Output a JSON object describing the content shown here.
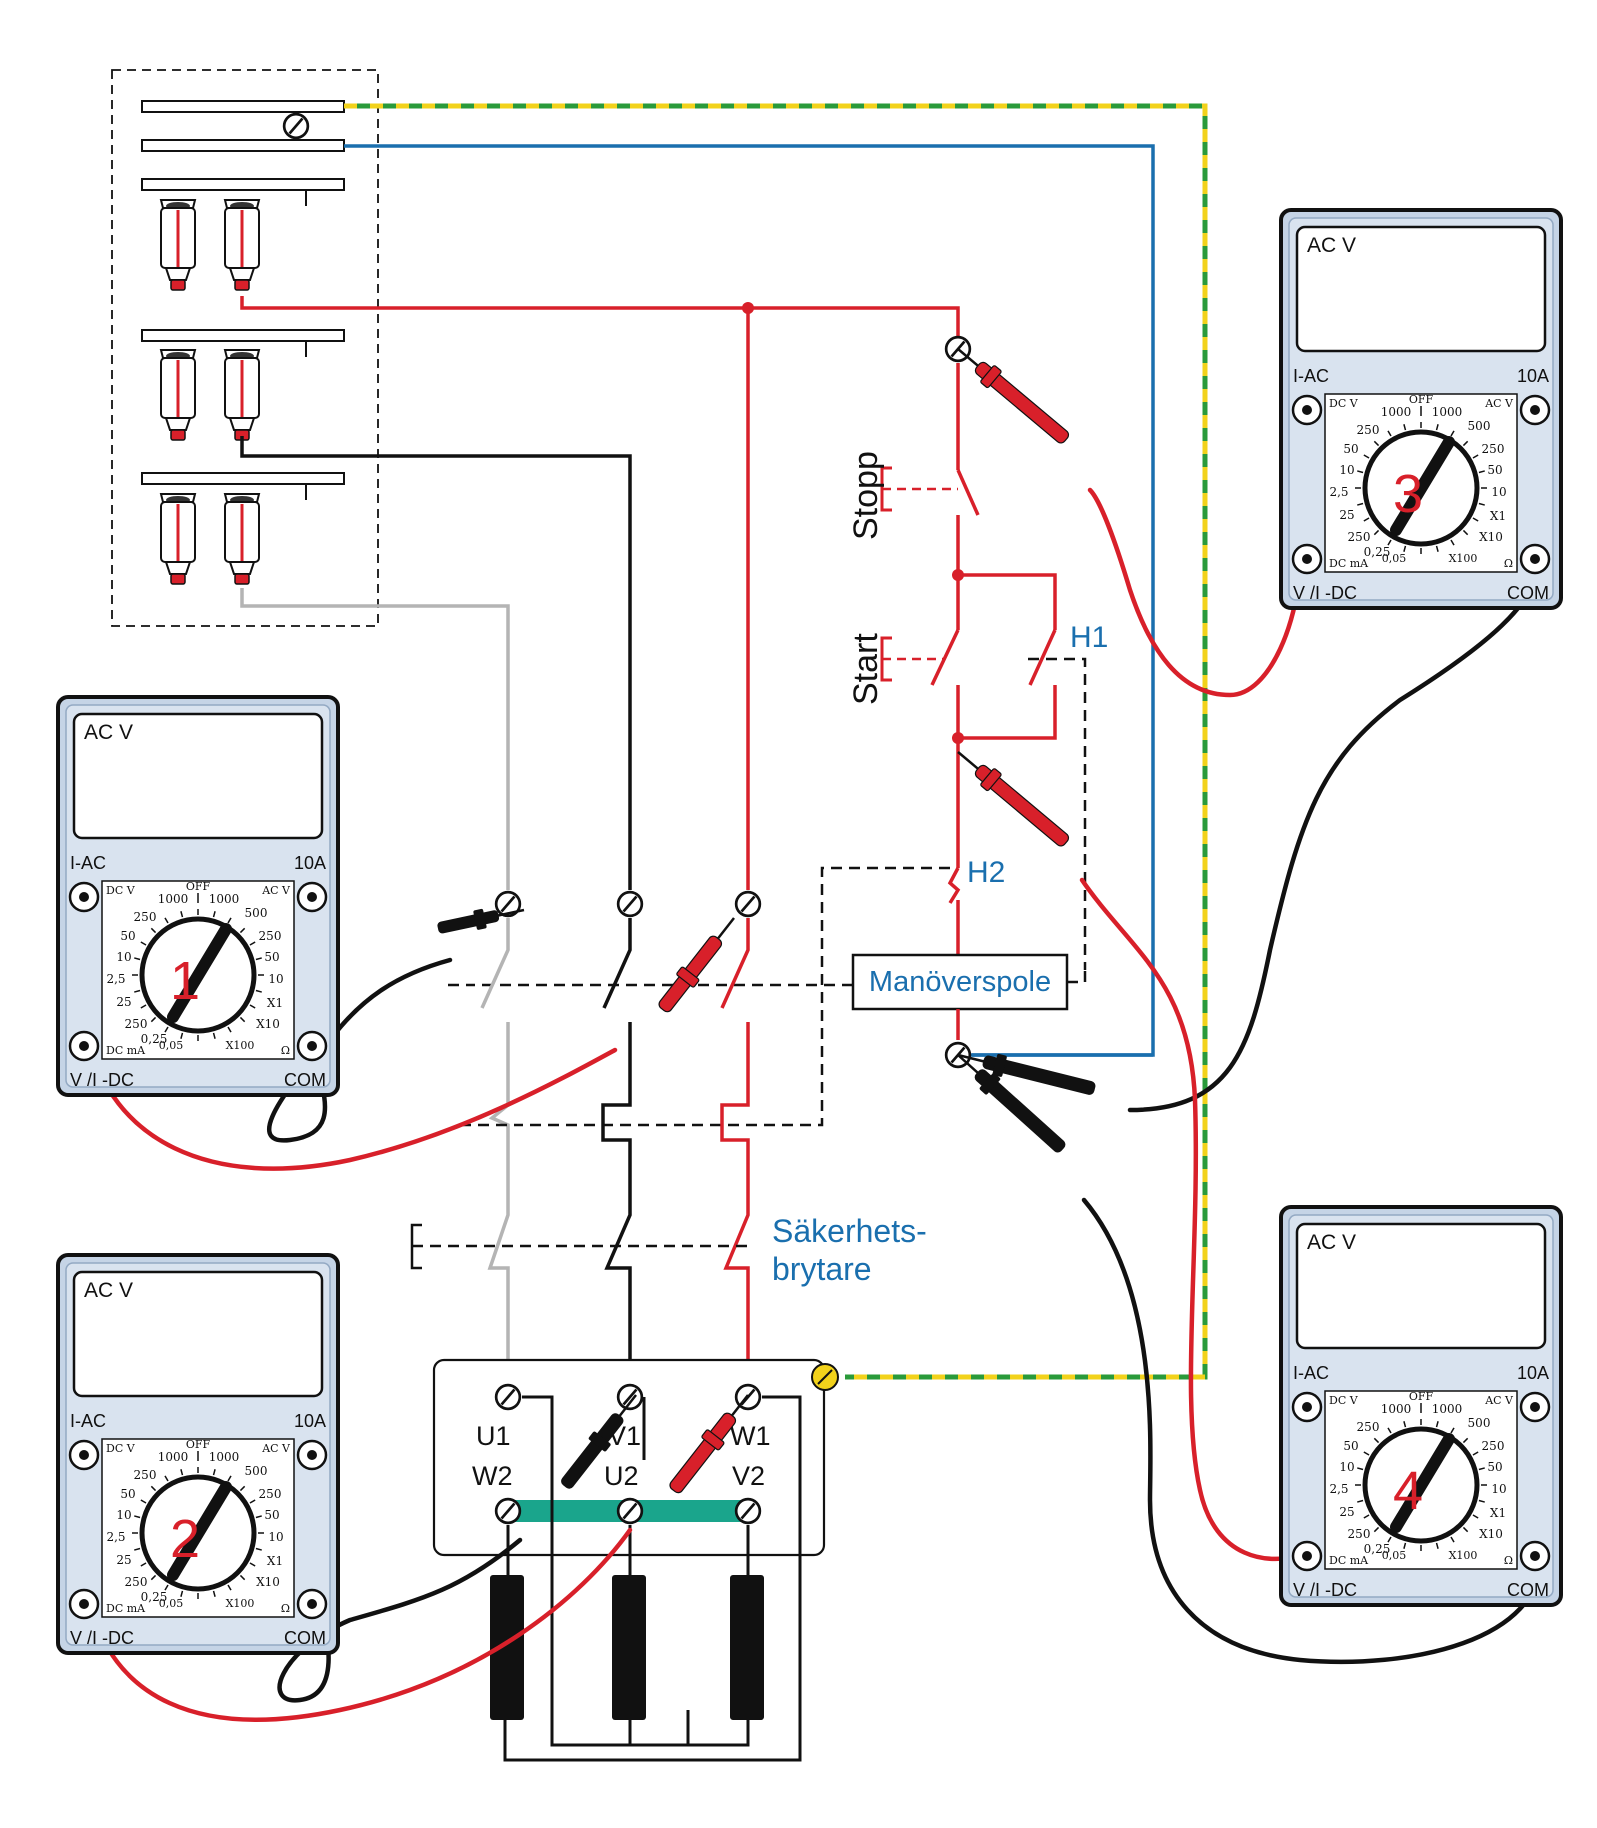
{
  "labels": {
    "stopp": "Stopp",
    "start": "Start",
    "h1": "H1",
    "h2": "H2",
    "coil": "Manöverspole",
    "safety_line1": "Säkerhets-",
    "safety_line2": "brytare",
    "terminals": {
      "u1": "U1",
      "v1": "V1",
      "w1": "W1",
      "w2": "W2",
      "u2": "U2",
      "v2": "V2"
    }
  },
  "multimeter_text": {
    "display": "AC V",
    "i_ac": "I-AC",
    "ten_a": "10A",
    "v_dc": "V /I -DC",
    "com": "COM",
    "dc_v": "DC V",
    "ac_v": "AC V",
    "off": "OFF",
    "dc_ma": "DC mA",
    "ohm": "Ω",
    "scale_left": [
      "1000",
      "250",
      "50",
      "10",
      "2,5",
      "25",
      "250",
      "0,25"
    ],
    "scale_right": [
      "1000",
      "500",
      "250",
      "50",
      "10",
      "X1",
      "X10"
    ],
    "scale_bottom_left": "0,05",
    "scale_bottom_right": "X100"
  },
  "multimeters": [
    {
      "number": "1"
    },
    {
      "number": "2"
    },
    {
      "number": "3"
    },
    {
      "number": "4"
    }
  ],
  "colors": {
    "phase_red": "#d8202a",
    "neutral_blue": "#1a6fae",
    "earth_green": "#2a9a3a",
    "earth_yellow": "#f2d21b",
    "wire_black": "#111111",
    "wire_grey": "#b4b4b4",
    "meter_frame": "#c5d4e6",
    "link_teal": "#1aa58c"
  }
}
